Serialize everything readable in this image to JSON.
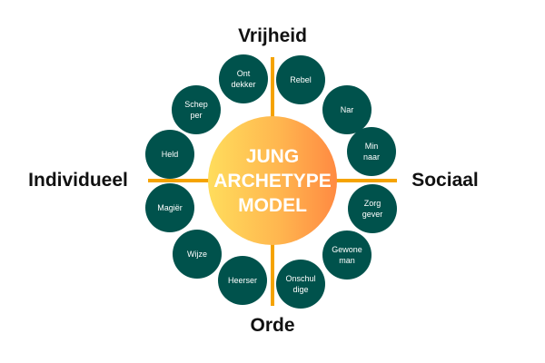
{
  "title_lines": [
    "JUNG",
    "ARCHETYPE",
    "MODEL"
  ],
  "axes": {
    "top": "Vrijheid",
    "left": "Individueel",
    "right": "Sociaal",
    "bottom": "Orde"
  },
  "archetypes": [
    "Ont\ndekker",
    "Rebel",
    "Nar",
    "Min\nnaar",
    "Zorg\ngever",
    "Gewone\nman",
    "Onschul\ndige",
    "Heerser",
    "Wijze",
    "Magiër",
    "Held",
    "Schep\nper"
  ],
  "colors": {
    "node": "#00524c",
    "axis": "#f5a300",
    "gradient_start": "#ffdd5c",
    "gradient_end": "#ff8a42"
  }
}
